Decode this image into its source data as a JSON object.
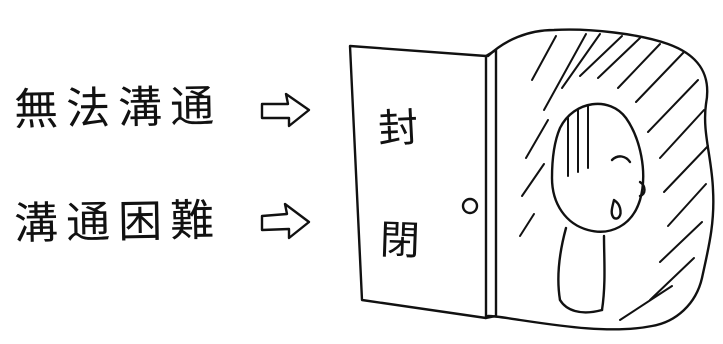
{
  "phrases": [
    {
      "text": "無法溝通"
    },
    {
      "text": "溝通困難"
    }
  ],
  "door": {
    "chars": [
      "封",
      "閉"
    ]
  },
  "icons": {
    "arrow": "right-arrow-icon",
    "door": "door-icon",
    "person": "crying-person-icon"
  },
  "colors": {
    "ink": "#111111",
    "background": "#ffffff"
  }
}
